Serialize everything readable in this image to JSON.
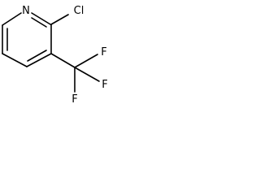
{
  "structure": {
    "atoms": [
      {
        "id": "n1",
        "label": "N"
      },
      {
        "id": "cl",
        "label": "Cl"
      },
      {
        "id": "f1",
        "label": "F"
      },
      {
        "id": "f2",
        "label": "F"
      },
      {
        "id": "f3",
        "label": "F"
      }
    ],
    "bond_color": "#000000",
    "label_color": "#000000"
  }
}
